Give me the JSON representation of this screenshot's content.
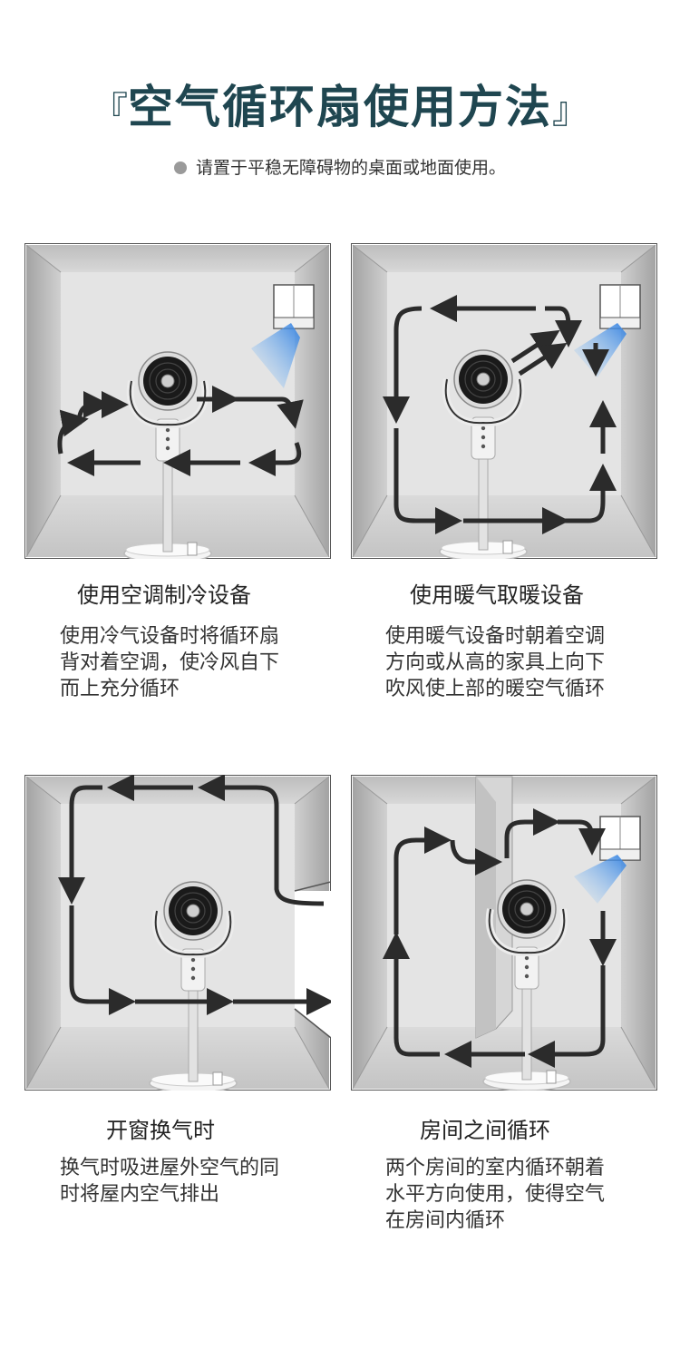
{
  "header": {
    "bracket_open": "『",
    "title": "空气循环扇使用方法",
    "bracket_close": "』",
    "subtitle": "请置于平稳无障碍物的桌面或地面使用。"
  },
  "panels": [
    {
      "title": "使用空调制冷设备",
      "lines": [
        "使用冷气设备时将循环扇",
        "背对着空调，使冷风自下",
        "而上充分循环"
      ]
    },
    {
      "title": "使用暖气取暖设备",
      "lines": [
        "使用暖气设备时朝着空调",
        "方向或从高的家具上向下",
        "吹风使上部的暖空气循环"
      ]
    },
    {
      "title": "开窗换气时",
      "lines": [
        "换气时吸进屋外空气的同",
        "时将屋内空气排出"
      ]
    },
    {
      "title": "房间之间循环",
      "lines": [
        "两个房间的室内循环朝着",
        "水平方向使用，使得空气",
        "在房间内循环"
      ]
    }
  ],
  "colors": {
    "title": "#1f4650",
    "arrow": "#2b2b2b",
    "room_back": "#e2e2e2",
    "airflow": "#3a8fe0"
  }
}
